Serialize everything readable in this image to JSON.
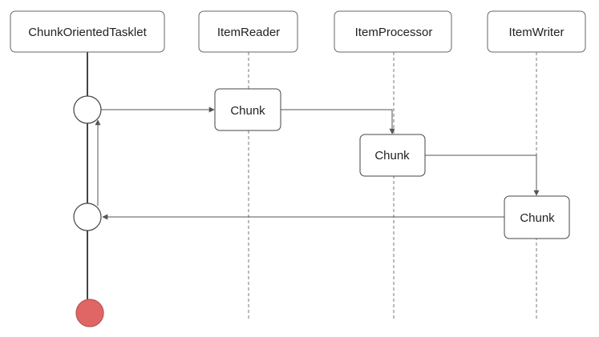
{
  "participants": [
    {
      "id": "tasklet",
      "label": "ChunkOrientedTasklet"
    },
    {
      "id": "reader",
      "label": "ItemReader"
    },
    {
      "id": "processor",
      "label": "ItemProcessor"
    },
    {
      "id": "writer",
      "label": "ItemWriter"
    }
  ],
  "chunks": [
    {
      "label": "Chunk",
      "on": "reader"
    },
    {
      "label": "Chunk",
      "on": "processor"
    },
    {
      "label": "Chunk",
      "on": "writer"
    }
  ],
  "colors": {
    "stroke": "#555555",
    "box_border": "#666666",
    "end_fill": "#e06666",
    "end_stroke": "#b85450"
  }
}
